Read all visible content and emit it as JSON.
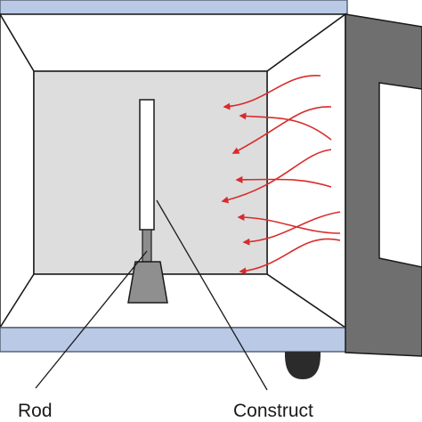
{
  "labels": {
    "rod": "Rod",
    "construct": "Construct"
  },
  "colors": {
    "band": "#b9c9e6",
    "band_stroke": "#5a6577",
    "back_wall": "#dddddd",
    "side_wall": "#ffffff",
    "door_panel": "#6f6f6f",
    "door_window": "#ffffff",
    "construct": "#ffffff",
    "rod": "#8c8c8c",
    "stand": "#8f8f8f",
    "foot": "#2b2b2b",
    "arrow": "#d92b2b",
    "outline": "#1a1a1a"
  },
  "icons": {
    "waves": "microwave-radiation-arrows",
    "foot": "rubber-foot"
  }
}
